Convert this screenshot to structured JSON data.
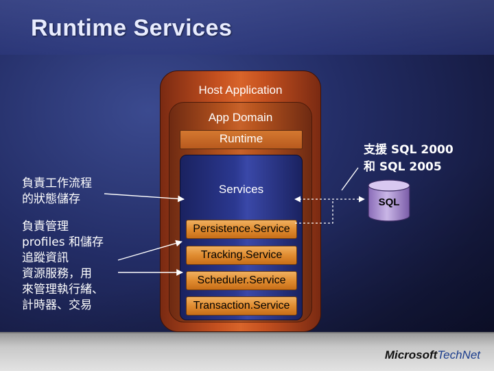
{
  "slide": {
    "title": "Runtime Services"
  },
  "diagram": {
    "host_application": "Host Application",
    "app_domain": "App Domain",
    "runtime": "Runtime",
    "services": "Services",
    "service_items": [
      "Persistence.Service",
      "Tracking.Service",
      "Scheduler.Service",
      "Transaction.Service"
    ],
    "database_label": "SQL"
  },
  "annotations": {
    "persistence_note": [
      "負責工作流程",
      "的狀態儲存"
    ],
    "services_note": [
      "負責管理",
      "profiles 和儲存",
      "追蹤資訊",
      "資源服務，用",
      "來管理執行緒、",
      "計時器、交易"
    ],
    "sql_support": [
      "支援 SQL 2000",
      "和 SQL 2005"
    ]
  },
  "footer": {
    "brand_microsoft": "Microsoft",
    "brand_technet": "TechNet"
  },
  "colors": {
    "background": "#1c2456",
    "host_orange": "#c4501f",
    "services_blue": "#2b3890",
    "service_button": "#e08c30",
    "database_purple": "#b9a3d8"
  }
}
